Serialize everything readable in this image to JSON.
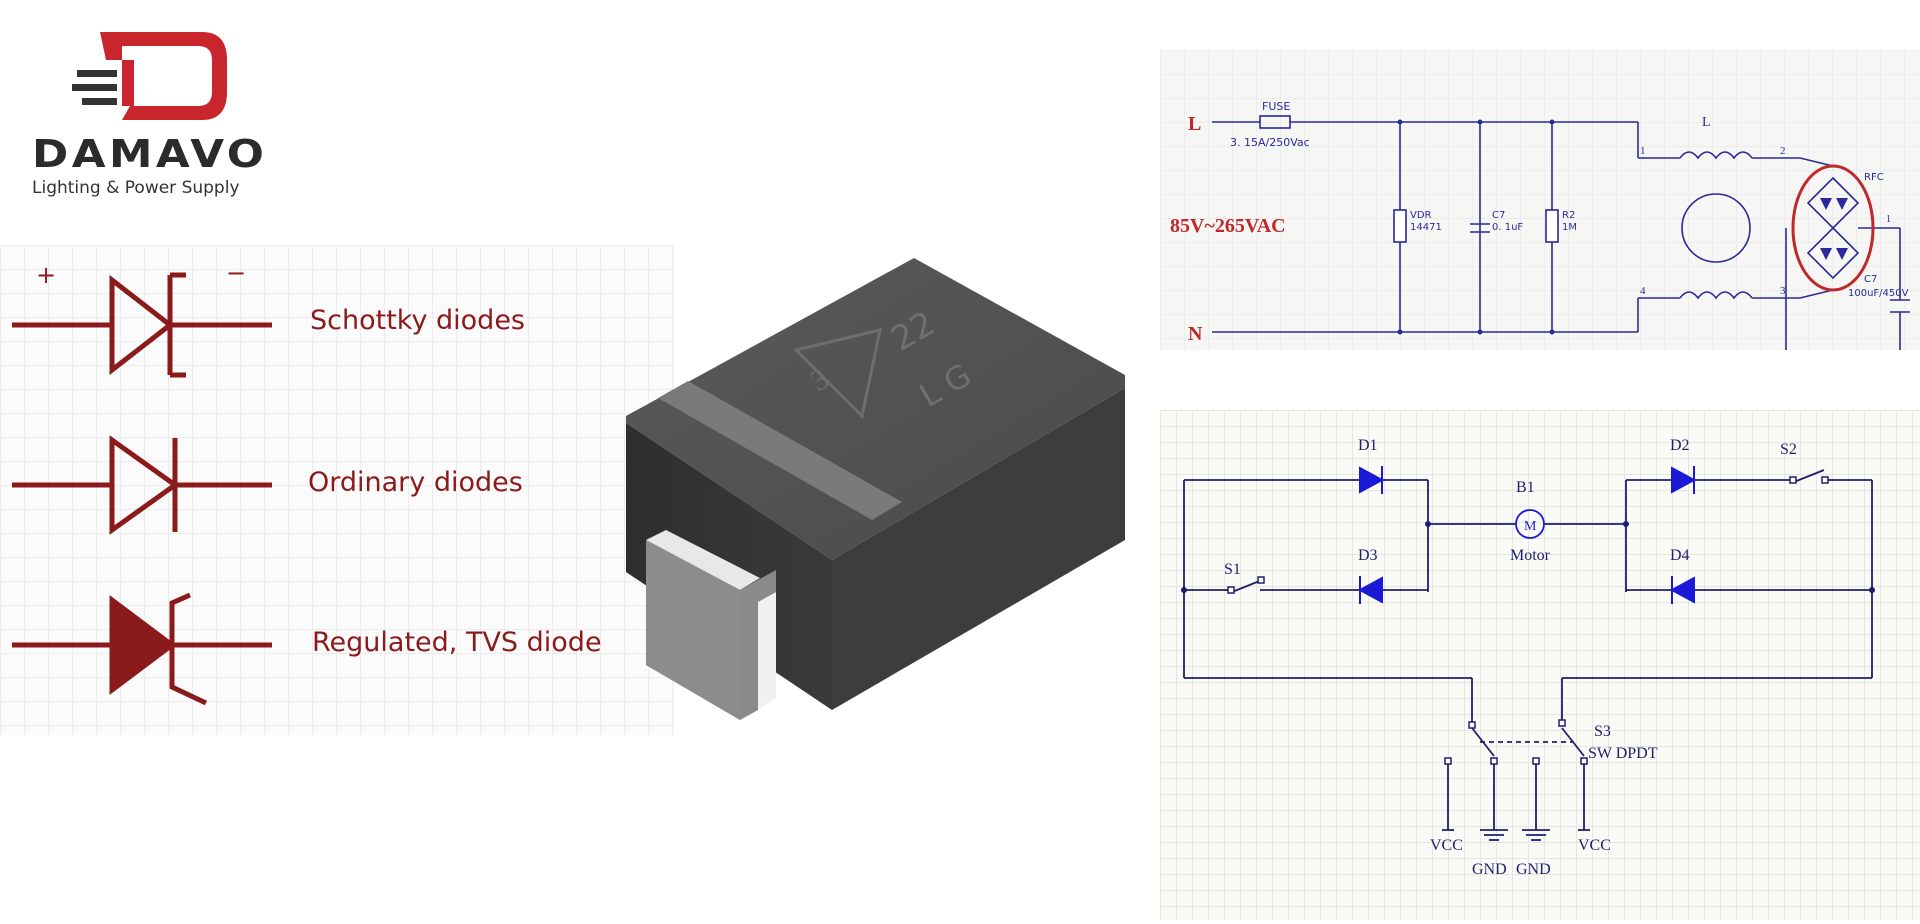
{
  "logo": {
    "brand": "DAMAVO",
    "tagline": "Lighting & Power Supply"
  },
  "diode_symbols": {
    "plus": "+",
    "minus": "−",
    "items": [
      {
        "label": "Schottky diodes"
      },
      {
        "label": "Ordinary diodes"
      },
      {
        "label": "Regulated, TVS diode"
      }
    ]
  },
  "component": {
    "marking_line1": "22",
    "marking_line2": "LG",
    "logo_mark": "3"
  },
  "power_circuit": {
    "line_L": "L",
    "line_N": "N",
    "voltage_range": "85V~265VAC",
    "fuse_label": "FUSE",
    "fuse_rating": "3. 15A/250Vac",
    "vdr_name": "VDR",
    "vdr_value": "14471",
    "c7_name": "C7",
    "c7_value": "0. 1uF",
    "r2_name": "R2",
    "r2_value": "1M",
    "inductor_label": "L",
    "pin1": "1",
    "pin2": "2",
    "pin3": "3",
    "pin4": "4",
    "bridge_label": "RFC",
    "bridge_pin": "1",
    "cap_name": "C7",
    "cap_value": "100uF/450V"
  },
  "motor_circuit": {
    "d1": "D1",
    "d2": "D2",
    "d3": "D3",
    "d4": "D4",
    "s1": "S1",
    "s2": "S2",
    "s3": "S3",
    "s3_type": "SW DPDT",
    "b1": "B1",
    "motor_symbol": "M",
    "motor": "Motor",
    "vcc_left": "VCC",
    "vcc_right": "VCC",
    "gnd_left": "GND",
    "gnd_right": "GND"
  },
  "colors": {
    "brand_red": "#c8262c",
    "diode_red": "#8b1a1a",
    "schematic_blue": "#2a2a9a",
    "schematic_red": "#c0282b",
    "motor_blue": "#1a1ad6"
  }
}
